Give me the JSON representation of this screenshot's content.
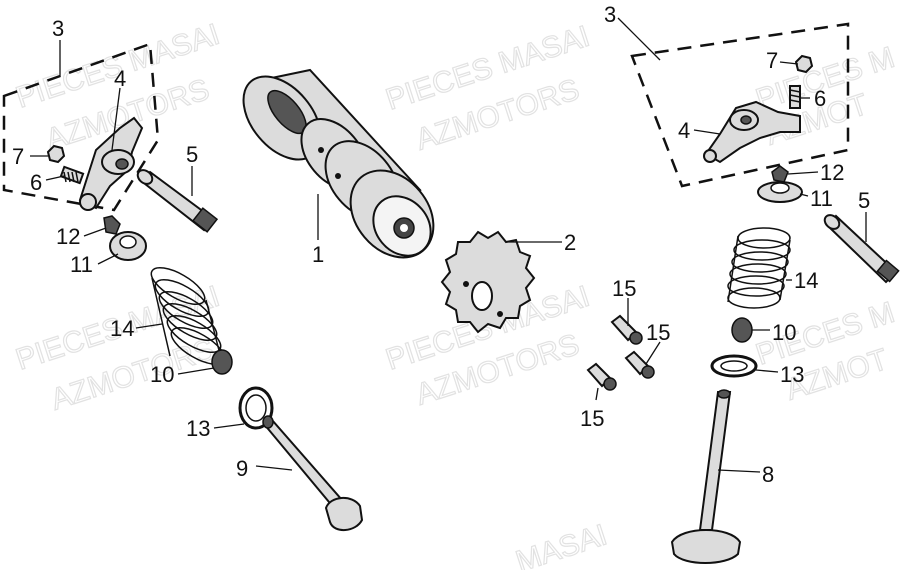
{
  "watermarks": {
    "brand": "PIECES MASAI",
    "maker": "AZMOTORS",
    "brand_short": "PIECES MAS",
    "maker_short": "AZMOTORS",
    "brand_edge": "PIECES M",
    "maker_edge": "AZMOT",
    "bottom_edge": "MASAI"
  },
  "callouts": {
    "c1": "1",
    "c2": "2",
    "c3_left": "3",
    "c3_right": "3",
    "c4_left": "4",
    "c4_right": "4",
    "c5_left": "5",
    "c5_right": "5",
    "c6_left": "6",
    "c6_right": "6",
    "c7_left": "7",
    "c7_right": "7",
    "c8": "8",
    "c9": "9",
    "c10_left": "10",
    "c10_right": "10",
    "c11_left": "11",
    "c11_right": "11",
    "c12_left": "12",
    "c12_right": "12",
    "c13_left": "13",
    "c13_right": "13",
    "c14_left": "14",
    "c14_right": "14",
    "c15_a": "15",
    "c15_b": "15",
    "c15_c": "15"
  }
}
